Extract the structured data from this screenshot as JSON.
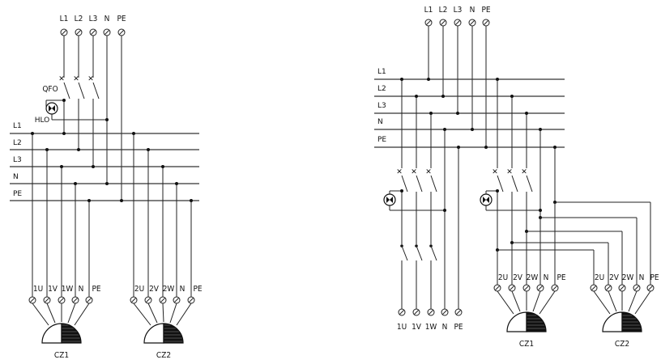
{
  "diagram_left": {
    "supply_terminals": [
      "L1",
      "L2",
      "L3",
      "N",
      "PE"
    ],
    "breaker_label": "QFO",
    "lamp_label": "HLO",
    "bus_labels": [
      "L1",
      "L2",
      "L3",
      "N",
      "PE"
    ],
    "socket1": {
      "terminals": [
        "1U",
        "1V",
        "1W",
        "N",
        "PE"
      ],
      "label": "CZ1"
    },
    "socket2": {
      "terminals": [
        "2U",
        "2V",
        "2W",
        "N",
        "PE"
      ],
      "label": "CZ2"
    }
  },
  "diagram_right": {
    "supply_terminals": [
      "L1",
      "L2",
      "L3",
      "N",
      "PE"
    ],
    "bus_labels": [
      "L1",
      "L2",
      "L3",
      "N",
      "PE"
    ],
    "output_terminals": [
      "1U",
      "1V",
      "1W",
      "N",
      "PE"
    ],
    "socket1": {
      "terminals": [
        "2U",
        "2V",
        "2W",
        "N",
        "PE"
      ],
      "label": "CZ1"
    },
    "socket2": {
      "terminals": [
        "2U",
        "2V",
        "2W",
        "N",
        "PE"
      ],
      "label": "CZ2"
    }
  }
}
